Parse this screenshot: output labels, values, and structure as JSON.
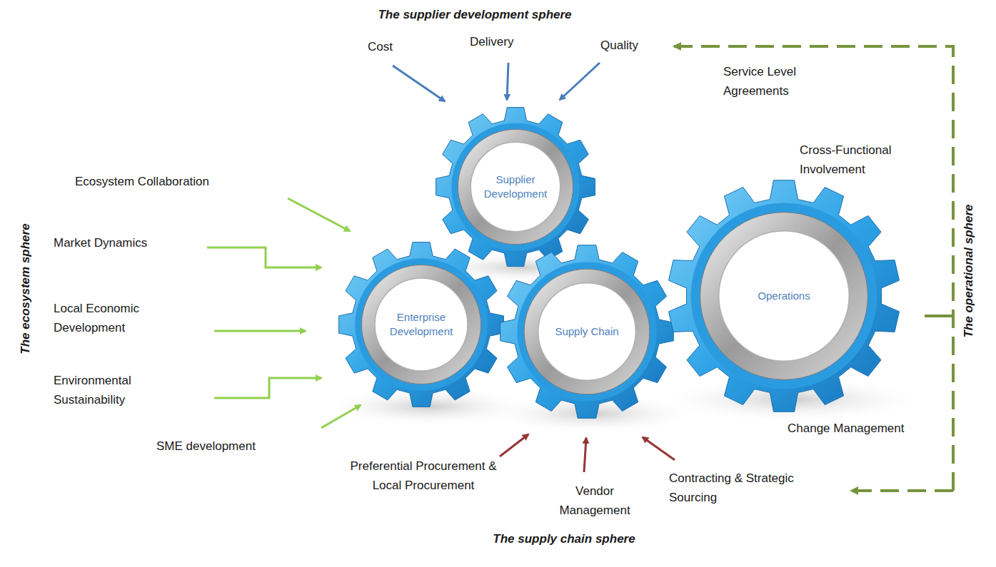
{
  "diagram": {
    "nodes": [
      {
        "text": [
          "Supplier Development"
        ]
      },
      {
        "text": [
          "Enterprise Development"
        ]
      },
      {
        "text": [
          "Supply Chain"
        ]
      },
      {
        "text": [
          "Operations"
        ]
      }
    ],
    "labels": [
      "The supplier development sphere",
      "Cost",
      "Delivery",
      "Quality",
      "Service Level Agreements",
      "Cross-Functional Involvement",
      "The operational sphere",
      "Ecosystem Collaboration",
      "Market Dynamics",
      "Local Economic Development",
      "Environmental Sustainability",
      "SME development",
      "The ecosystem sphere",
      "Change Management",
      "Preferential Procurement & Local Procurement",
      "Vendor Management",
      "Contracting & Strategic Sourcing",
      "The supply chain sphere"
    ]
  }
}
